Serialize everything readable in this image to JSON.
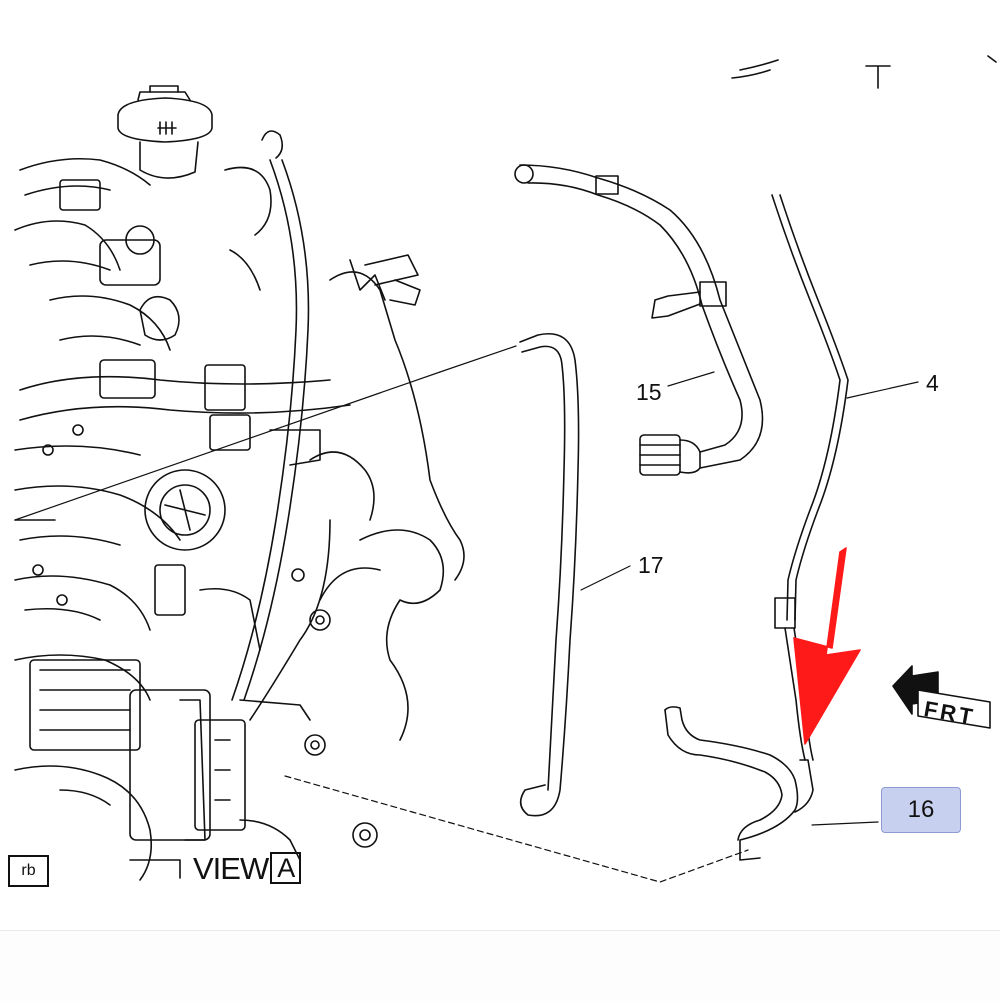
{
  "diagram": {
    "callouts": {
      "c15": "15",
      "c4": "4",
      "c17": "17",
      "c16": "16"
    },
    "corner_tag": "rb",
    "view_label": "VIEW",
    "view_letter": "A",
    "direction_label": "FRT",
    "colors": {
      "line": "#111111",
      "highlight_fill": "#c7d0ee",
      "highlight_border": "#8e9bd3",
      "arrow": "#ff0000"
    }
  }
}
